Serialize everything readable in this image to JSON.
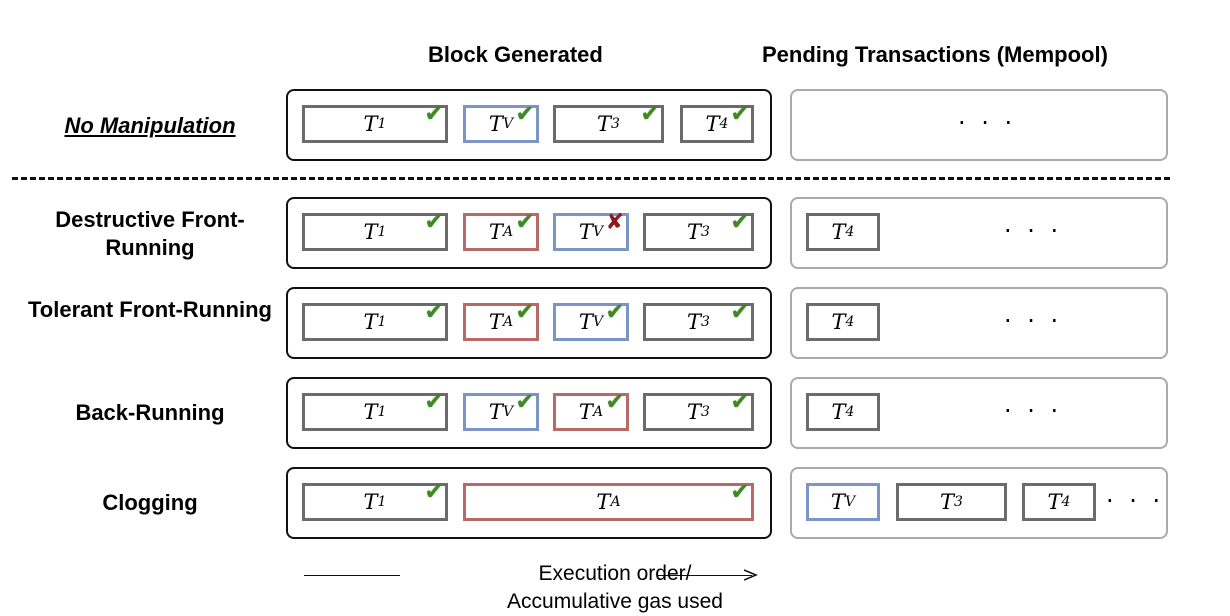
{
  "headers": {
    "block": "Block Generated",
    "mempool": "Pending Transactions (Mempool)"
  },
  "rows": [
    {
      "label": "No Manipulation",
      "block": [
        {
          "base": "T",
          "sub": "1",
          "role": "normal",
          "status": "ok"
        },
        {
          "base": "T",
          "sub": "V",
          "role": "victim",
          "status": "ok"
        },
        {
          "base": "T",
          "sub": "3",
          "role": "normal",
          "status": "ok"
        },
        {
          "base": "T",
          "sub": "4",
          "role": "normal",
          "status": "ok"
        }
      ],
      "mempool": [],
      "mempool_more": "· · ·"
    },
    {
      "label": "Destructive Front-Running",
      "block": [
        {
          "base": "T",
          "sub": "1",
          "role": "normal",
          "status": "ok"
        },
        {
          "base": "T",
          "sub": "A",
          "role": "attacker",
          "status": "ok"
        },
        {
          "base": "T",
          "sub": "V",
          "role": "victim",
          "status": "fail"
        },
        {
          "base": "T",
          "sub": "3",
          "role": "normal",
          "status": "ok"
        }
      ],
      "mempool": [
        {
          "base": "T",
          "sub": "4",
          "role": "normal"
        }
      ],
      "mempool_more": "· · ·"
    },
    {
      "label": "Tolerant Front-Running",
      "block": [
        {
          "base": "T",
          "sub": "1",
          "role": "normal",
          "status": "ok"
        },
        {
          "base": "T",
          "sub": "A",
          "role": "attacker",
          "status": "ok"
        },
        {
          "base": "T",
          "sub": "V",
          "role": "victim",
          "status": "ok"
        },
        {
          "base": "T",
          "sub": "3",
          "role": "normal",
          "status": "ok"
        }
      ],
      "mempool": [
        {
          "base": "T",
          "sub": "4",
          "role": "normal"
        }
      ],
      "mempool_more": "· · ·"
    },
    {
      "label": "Back-Running",
      "block": [
        {
          "base": "T",
          "sub": "1",
          "role": "normal",
          "status": "ok"
        },
        {
          "base": "T",
          "sub": "V",
          "role": "victim",
          "status": "ok"
        },
        {
          "base": "T",
          "sub": "A",
          "role": "attacker",
          "status": "ok"
        },
        {
          "base": "T",
          "sub": "3",
          "role": "normal",
          "status": "ok"
        }
      ],
      "mempool": [
        {
          "base": "T",
          "sub": "4",
          "role": "normal"
        }
      ],
      "mempool_more": "· · ·"
    },
    {
      "label": "Clogging",
      "block": [
        {
          "base": "T",
          "sub": "1",
          "role": "normal",
          "status": "ok"
        },
        {
          "base": "T",
          "sub": "A",
          "role": "attacker",
          "status": "ok"
        }
      ],
      "mempool": [
        {
          "base": "T",
          "sub": "V",
          "role": "victim"
        },
        {
          "base": "T",
          "sub": "3",
          "role": "normal"
        },
        {
          "base": "T",
          "sub": "4",
          "role": "normal"
        }
      ],
      "mempool_more": "· · ·"
    }
  ],
  "axis": {
    "line1": "Execution order/",
    "line2": "Accumulative gas used"
  },
  "marks": {
    "ok": "✔",
    "fail": "✘"
  },
  "colors": {
    "normal": "#6b6b6b",
    "victim": "#7b96c4",
    "attacker": "#b86a66",
    "check": "#3f8a1f",
    "cross": "#8b1a1a"
  }
}
